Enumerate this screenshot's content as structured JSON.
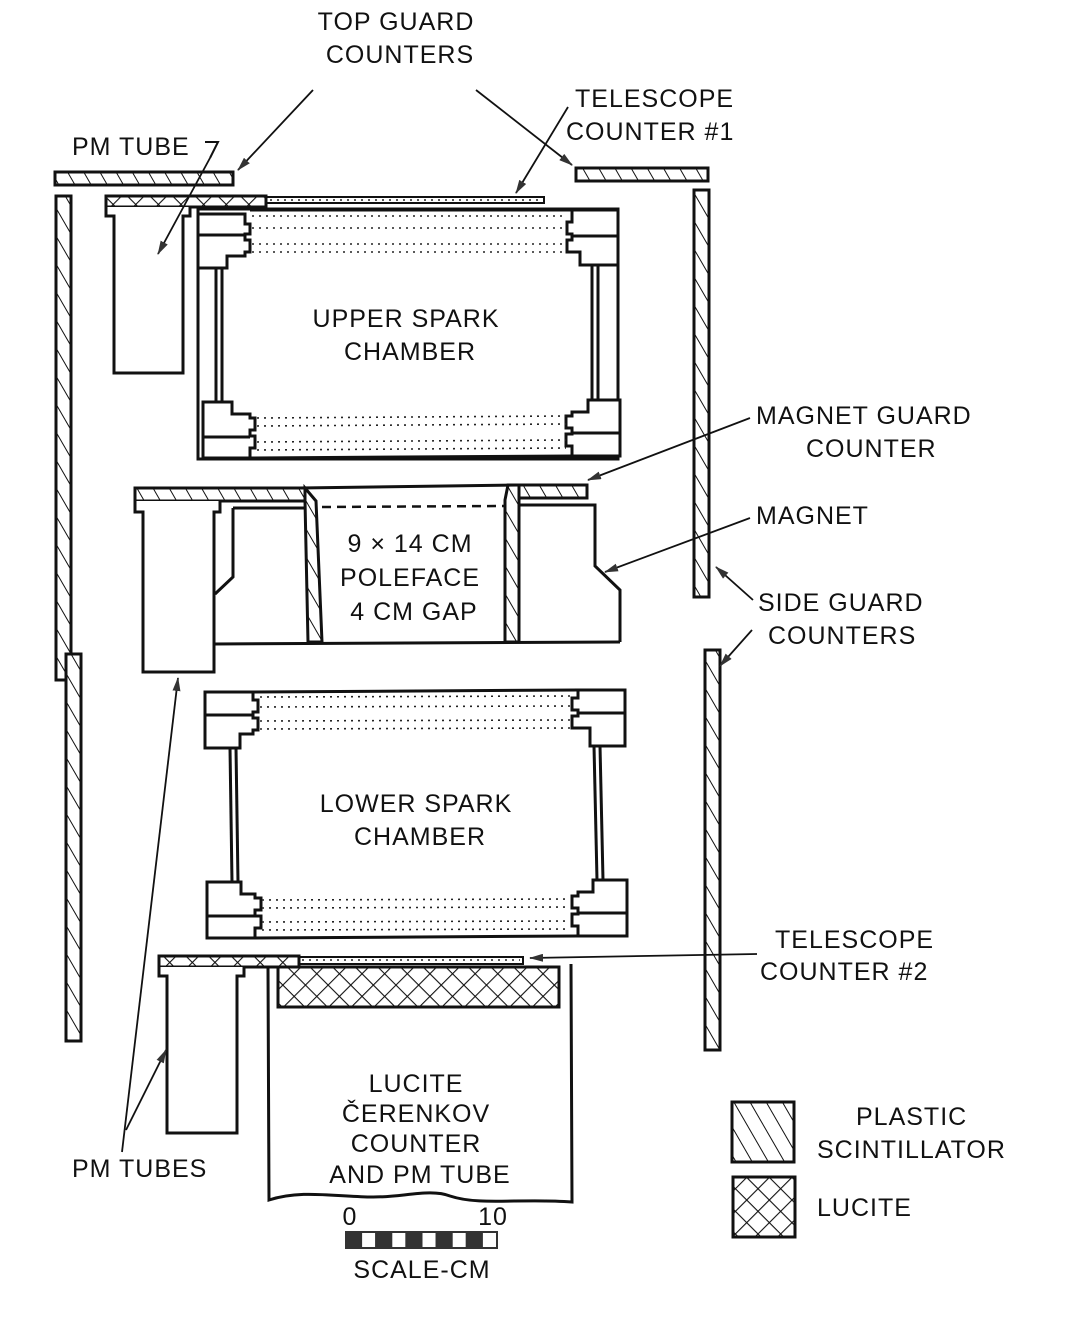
{
  "labels": {
    "top_guard_counters": [
      "TOP GUARD",
      "COUNTERS"
    ],
    "telescope_counter_1": [
      "TELESCOPE",
      "COUNTER #1"
    ],
    "pm_tube": "PM TUBE",
    "upper_spark_chamber": [
      "UPPER SPARK",
      "CHAMBER"
    ],
    "magnet_guard_counter": [
      "MAGNET GUARD",
      "COUNTER"
    ],
    "magnet": "MAGNET",
    "poleface": [
      "9 × 14 CM",
      "POLEFACE",
      "4 CM  GAP"
    ],
    "side_guard_counters": [
      "SIDE GUARD",
      "COUNTERS"
    ],
    "lower_spark_chamber": [
      "LOWER SPARK",
      "CHAMBER"
    ],
    "telescope_counter_2": [
      "TELESCOPE",
      "COUNTER #2"
    ],
    "cerenkov": [
      "LUCITE",
      "ČERENKOV",
      "COUNTER",
      "AND PM TUBE"
    ],
    "pm_tubes": "PM TUBES"
  },
  "legend": {
    "plastic_scintillator": [
      "PLASTIC",
      "SCINTILLATOR"
    ],
    "lucite": "LUCITE"
  },
  "scale": {
    "min": "0",
    "max": "10",
    "label": "SCALE-CM",
    "min_cm": 0,
    "max_cm": 10
  }
}
